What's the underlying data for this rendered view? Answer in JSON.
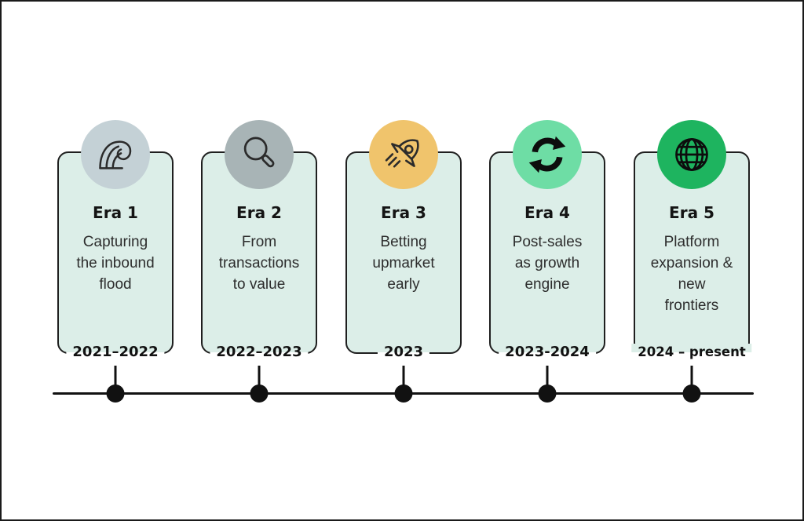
{
  "diagram": {
    "type": "timeline-infographic",
    "background": "#ffffff",
    "frame_color": "#1a1a1a",
    "card_background": "#dceee8",
    "card_border_color": "#1f1f1f",
    "timeline_color": "#111111",
    "eras": [
      {
        "era": "Era 1",
        "description": "Capturing\nthe inbound\nflood",
        "dates": "2021–2022",
        "icon": "wave-icon",
        "circle_color": "#c4d1d6"
      },
      {
        "era": "Era 2",
        "description": "From\ntransactions\nto value",
        "dates": "2022–2023",
        "icon": "magnifying-glass-icon",
        "circle_color": "#a8b4b6"
      },
      {
        "era": "Era 3",
        "description": "Betting\nupmarket\nearly",
        "dates": "2023",
        "icon": "rocket-icon",
        "circle_color": "#f0c46c"
      },
      {
        "era": "Era 4",
        "description": "Post-sales\nas growth\nengine",
        "dates": "2023-2024",
        "icon": "refresh-icon",
        "circle_color": "#6edda5"
      },
      {
        "era": "Era 5",
        "description": "Platform\nexpansion &\nnew\nfrontiers",
        "dates": "2024 – present",
        "icon": "globe-icon",
        "circle_color": "#1eb45f"
      }
    ]
  }
}
